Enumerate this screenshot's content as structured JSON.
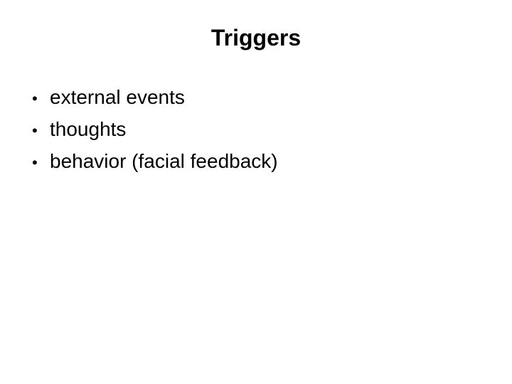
{
  "slide": {
    "title": "Triggers",
    "bullets": [
      {
        "marker": "•",
        "text": "external events"
      },
      {
        "marker": "•",
        "text": "thoughts"
      },
      {
        "marker": "•",
        "text": "behavior (facial feedback)"
      }
    ]
  }
}
